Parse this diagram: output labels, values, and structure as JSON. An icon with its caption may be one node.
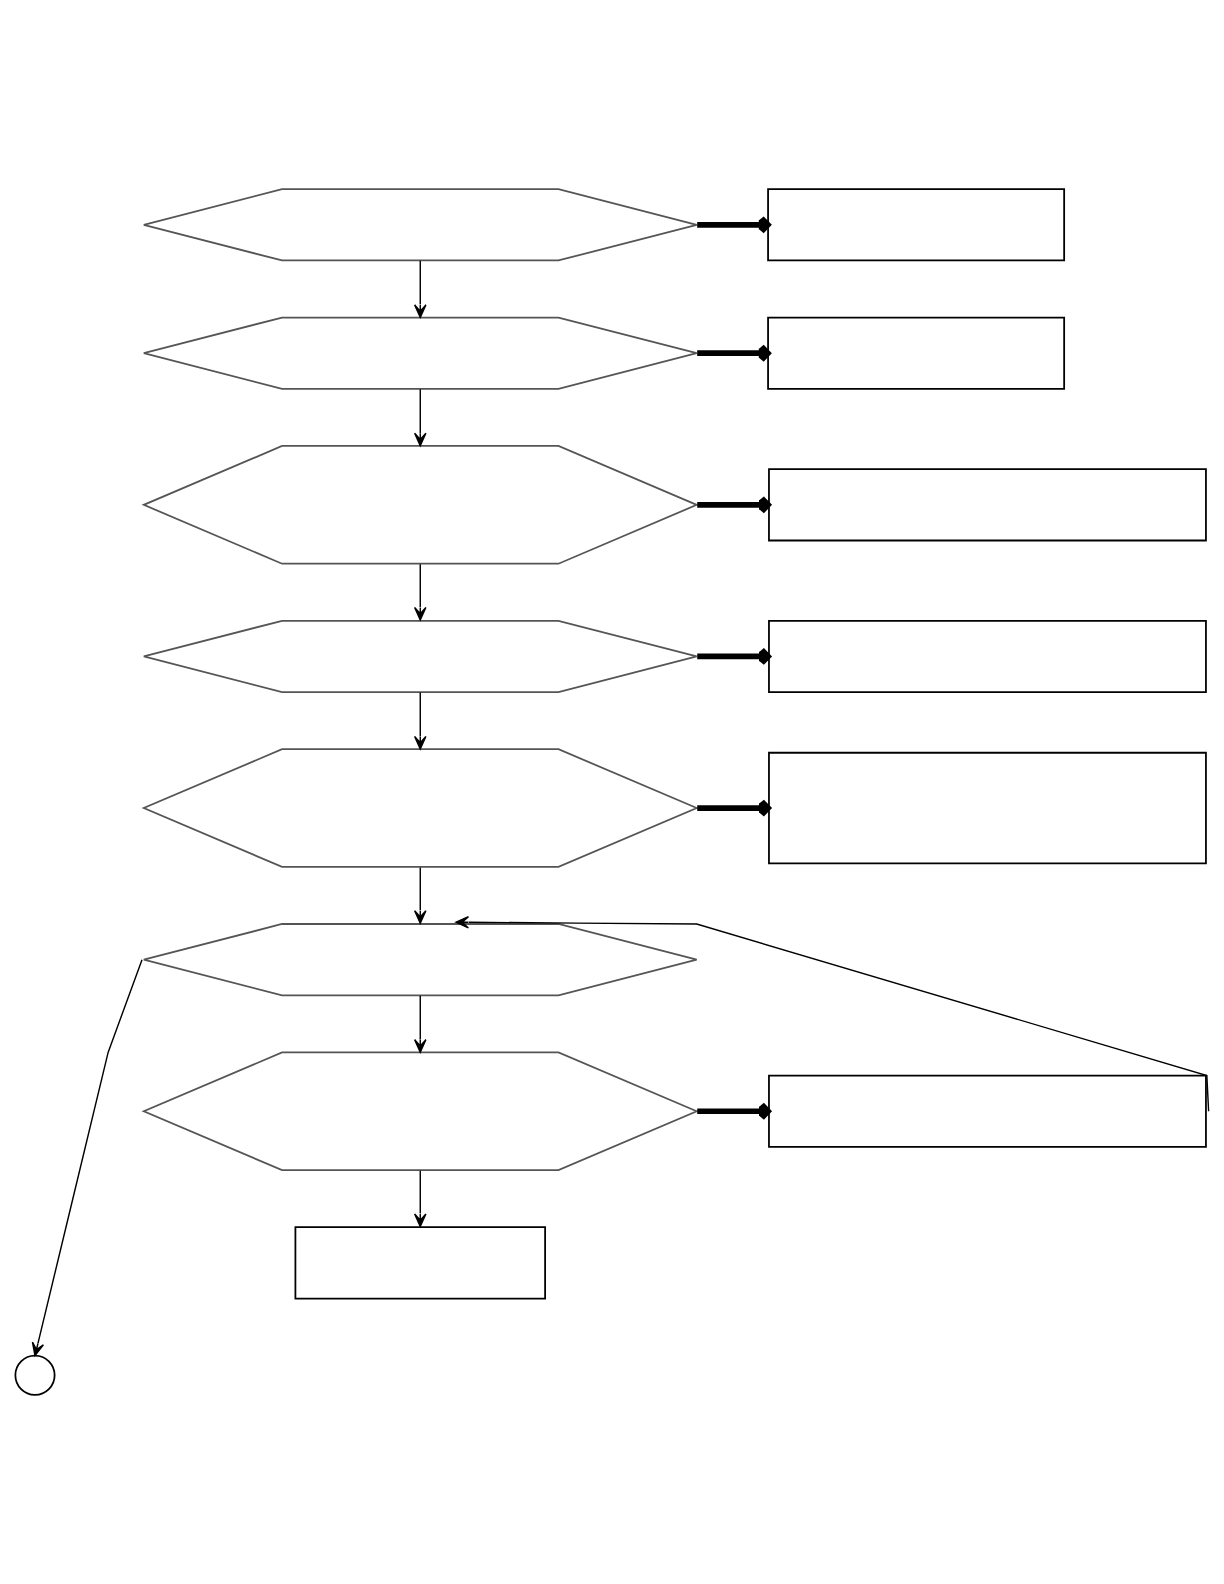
{
  "diagram": {
    "nodes": [
      {
        "text": [],
        "shape": "hexagon"
      },
      {
        "text": [],
        "shape": "box"
      },
      {
        "text": [],
        "shape": "hexagon"
      },
      {
        "text": [],
        "shape": "box"
      },
      {
        "text": [],
        "shape": "hexagon"
      },
      {
        "text": [],
        "shape": "box"
      },
      {
        "text": [],
        "shape": "hexagon"
      },
      {
        "text": [],
        "shape": "box"
      },
      {
        "text": [],
        "shape": "hexagon"
      },
      {
        "text": [],
        "shape": "box"
      },
      {
        "text": [],
        "shape": "hexagon"
      },
      {
        "text": [],
        "shape": "hexagon"
      },
      {
        "text": [],
        "shape": "box"
      },
      {
        "text": [],
        "shape": "box"
      },
      {
        "text": [],
        "shape": "circle"
      }
    ],
    "edges": [
      {
        "from": 0,
        "to": 1,
        "arrow": "to",
        "style": "thick"
      },
      {
        "from": 0,
        "to": 2,
        "arrow": "to"
      },
      {
        "from": 2,
        "to": 3,
        "arrow": "to",
        "style": "thick"
      },
      {
        "from": 2,
        "to": 4,
        "arrow": "to"
      },
      {
        "from": 4,
        "to": 5,
        "arrow": "to",
        "style": "thick"
      },
      {
        "from": 4,
        "to": 6,
        "arrow": "to"
      },
      {
        "from": 6,
        "to": 7,
        "arrow": "to",
        "style": "thick"
      },
      {
        "from": 6,
        "to": 8,
        "arrow": "to"
      },
      {
        "from": 8,
        "to": 9,
        "arrow": "to",
        "style": "thick"
      },
      {
        "from": 8,
        "to": 10,
        "arrow": "to"
      },
      {
        "from": 10,
        "to": 11,
        "arrow": "to"
      },
      {
        "from": 11,
        "to": 12,
        "arrow": "to",
        "style": "thick"
      },
      {
        "from": 12,
        "to": 10,
        "arrow": "to"
      },
      {
        "from": 11,
        "to": 13,
        "arrow": "to"
      },
      {
        "from": 10,
        "to": 14,
        "arrow": "to"
      }
    ]
  }
}
